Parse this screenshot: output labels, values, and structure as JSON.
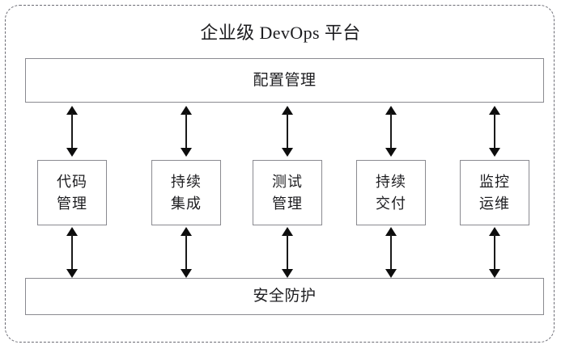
{
  "diagram": {
    "title": "企业级 DevOps 平台",
    "boundary_name": "platform-boundary",
    "boundary_style": "dashed",
    "colors": {
      "box_border": "#8a8a90",
      "boundary_border": "#6b6b74",
      "text": "#1d1d20",
      "arrow": "#0d0d0d",
      "background": "#ffffff"
    },
    "top_layer": {
      "label": "配置管理"
    },
    "bottom_layer": {
      "label": "安全防护"
    },
    "capabilities": [
      {
        "line1": "代码",
        "line2": "管理"
      },
      {
        "line1": "持续",
        "line2": "集成"
      },
      {
        "line1": "测试",
        "line2": "管理"
      },
      {
        "line1": "持续",
        "line2": "交付"
      },
      {
        "line1": "监控",
        "line2": "运维"
      }
    ],
    "connectors": {
      "type": "double-headed-vertical-arrow",
      "count": 10,
      "description": "每个能力模块上下各与配置管理层、安全防护层双向连接"
    }
  }
}
